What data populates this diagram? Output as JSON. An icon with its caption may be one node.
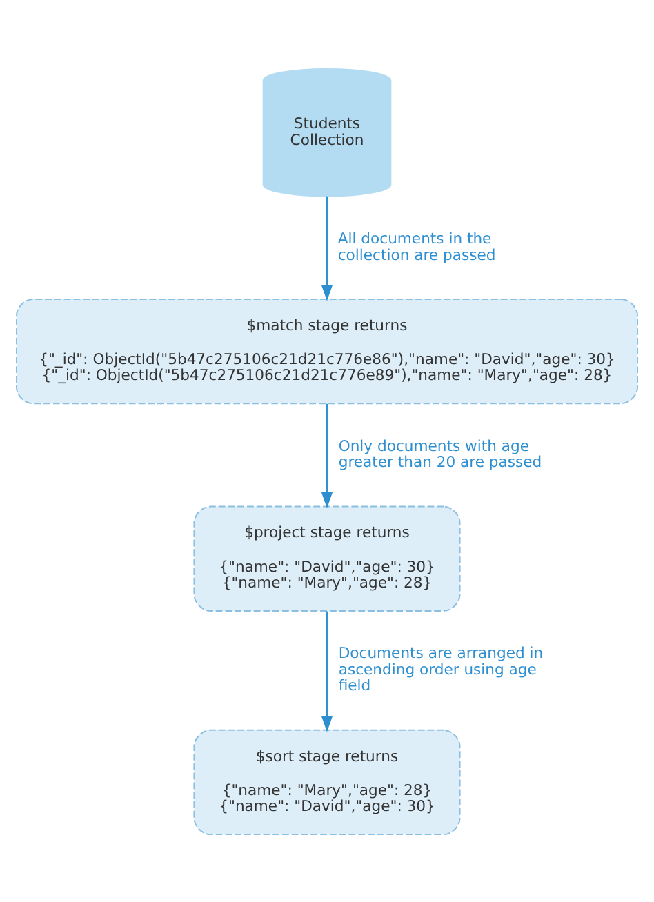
{
  "diagram": {
    "nodes": [
      {
        "text": [
          "Students Collection"
        ]
      },
      {
        "text": [
          "$match stage returns",
          "{\"_id\": ObjectId(\"5b47c275106c21d21c776e86\"),\"name\": \"David\",\"age\": 30}",
          "{\"_id\": ObjectId(\"5b47c275106c21d21c776e89\"),\"name\": \"Mary\",\"age\": 28}"
        ]
      },
      {
        "text": [
          "$project stage returns",
          "{\"name\": \"David\",\"age\": 30}",
          "{\"name\": \"Mary\",\"age\": 28}"
        ]
      },
      {
        "text": [
          "$sort stage returns",
          "{\"name\": \"Mary\",\"age\": 28}",
          "{\"name\": \"David\",\"age\": 30}"
        ]
      }
    ],
    "edges": [
      {
        "from": 0,
        "to": 1,
        "arrow": "to",
        "label": "All documents in the collection are passed"
      },
      {
        "from": 1,
        "to": 2,
        "arrow": "to",
        "label": "Only documents with age greater than 20 are passed"
      },
      {
        "from": 2,
        "to": 3,
        "arrow": "to",
        "label": "Documents are arranged in ascending order using age field"
      }
    ]
  }
}
